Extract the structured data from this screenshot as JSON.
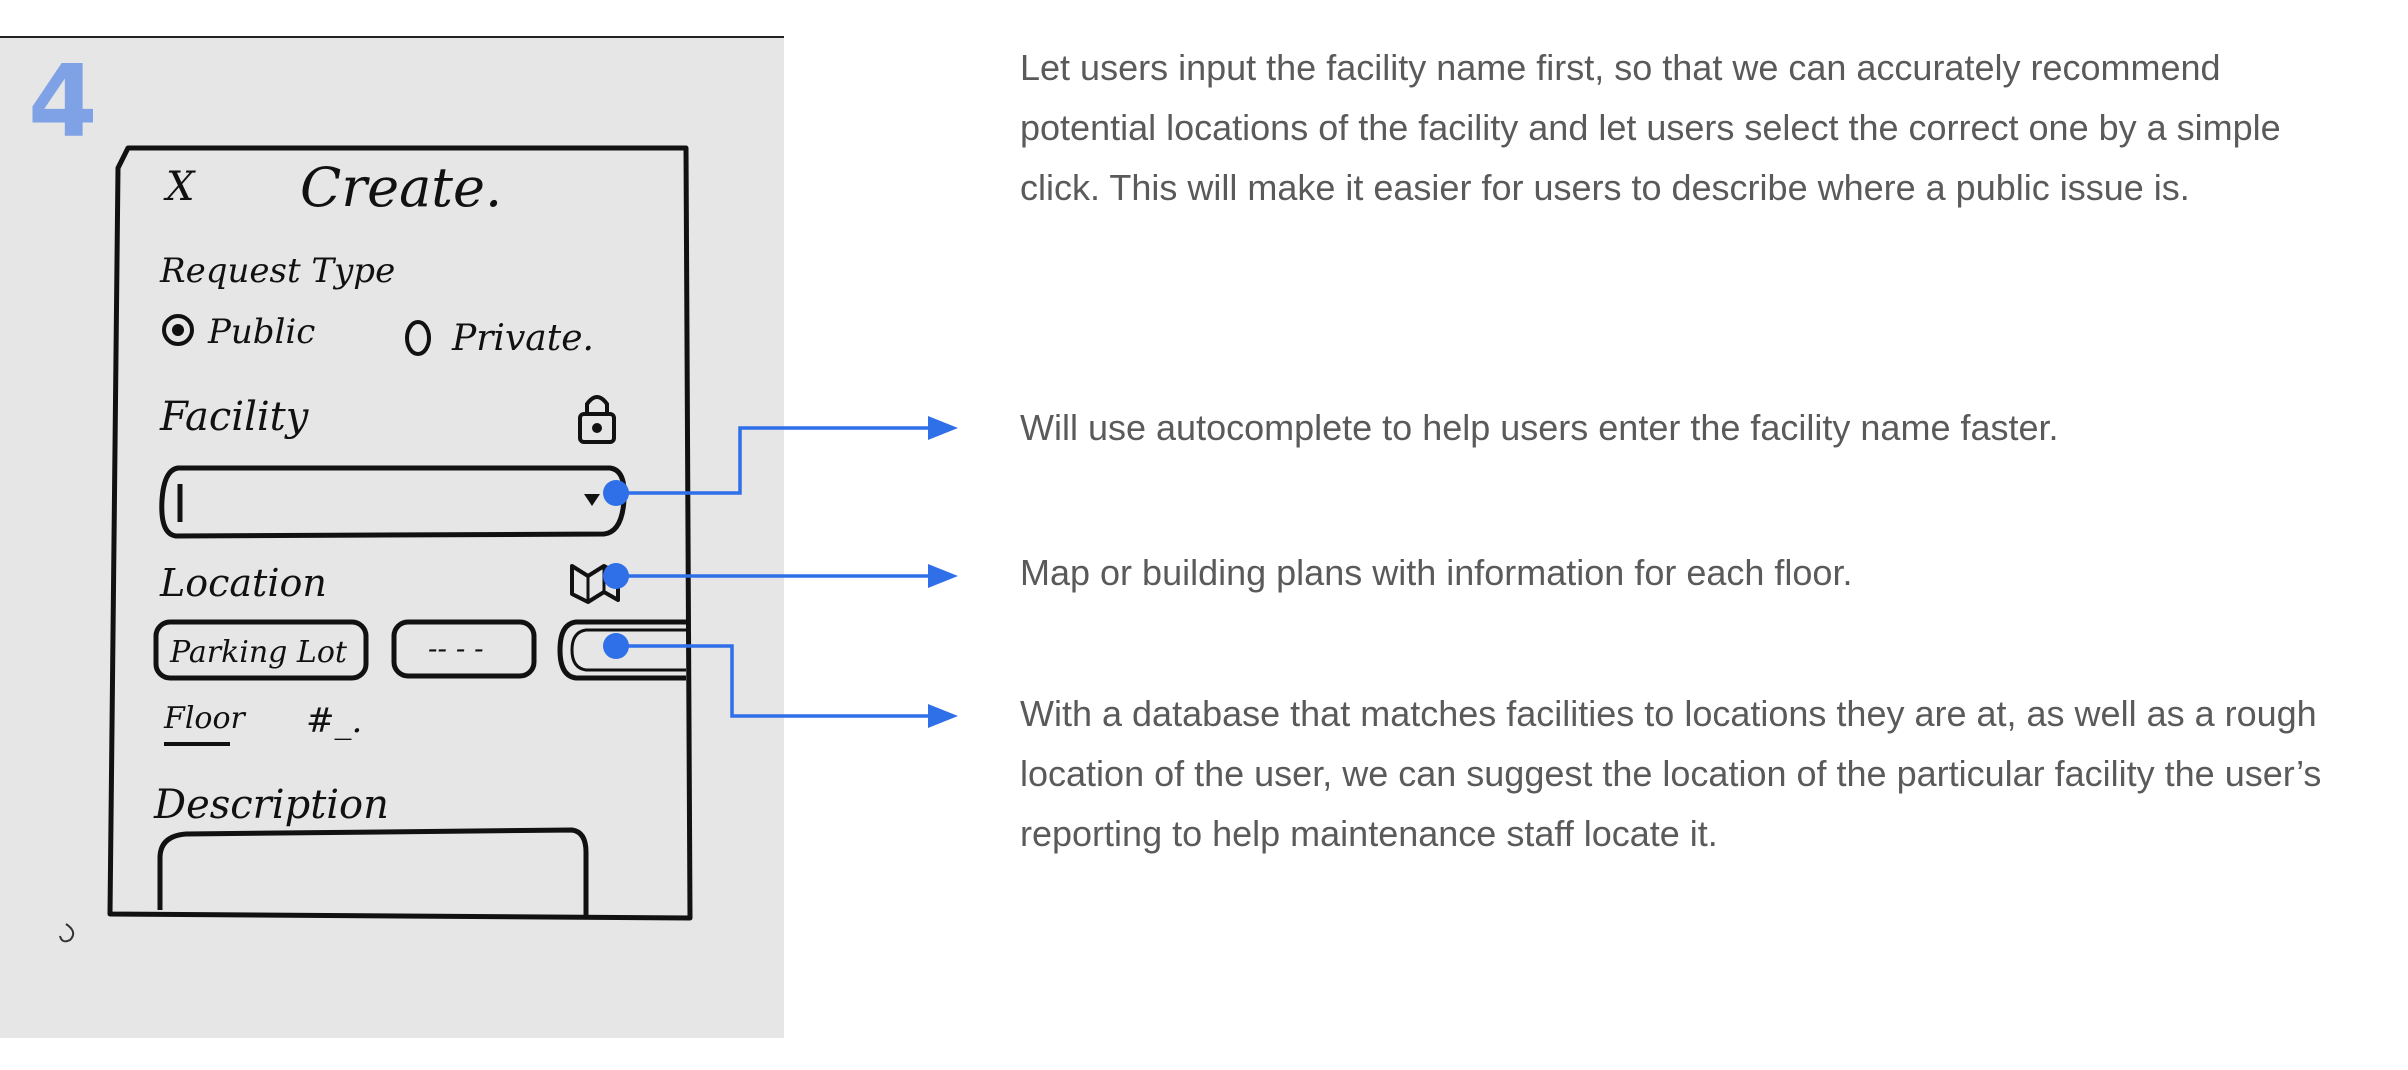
{
  "step_number": "4",
  "sketch": {
    "close": "X",
    "title": "Create.",
    "request_type_label": "Request Type",
    "option_public": "Public",
    "option_private": "Private.",
    "facility_label": "Facility",
    "location_label": "Location",
    "location_chip_1": "Parking Lot",
    "location_chip_2": "-- - -",
    "floor_label": "Floor",
    "floor_value": "#_.",
    "description_label": "Description"
  },
  "annotations": {
    "intro": "Let users input the facility name first, so that we can accurately recommend potential locations of the facility and let users select the correct one by a simple click. This will make it easier for users to describe where a public issue is.",
    "autocomplete": "Will use autocomplete to help users enter the facility name faster.",
    "map": "Map or building plans with information for each floor.",
    "database": "With a database that matches facilities to locations they are at, as well as a rough location of the user, we can suggest the location of the particular facility the user’s reporting to help maintenance staff locate it."
  },
  "colors": {
    "accent": "#2f6fe8",
    "step_number": "#7fa2e6",
    "text": "#5a5a5a",
    "paper": "#e6e6e6",
    "ink": "#111111"
  }
}
